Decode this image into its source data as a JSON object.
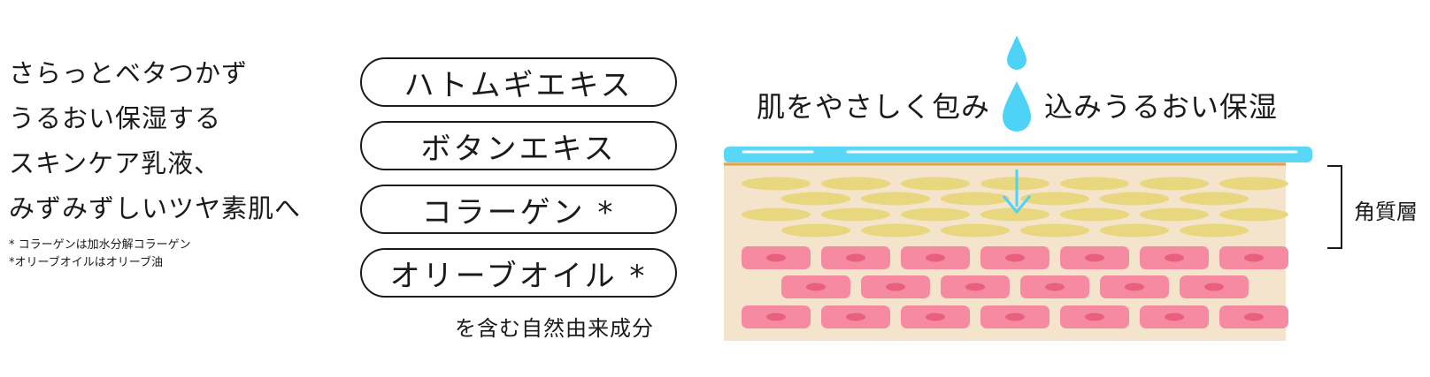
{
  "intro": {
    "lines": [
      "さらっとベタつかず",
      "うるおい保湿する",
      "スキンケア乳液、",
      "みずみずしいツヤ素肌へ"
    ],
    "notes": [
      "* コラーゲンは加水分解コラーゲン",
      "*オリーブオイルはオリーブ油"
    ]
  },
  "ingredients": {
    "items": [
      "ハトムギエキス",
      "ボタンエキス",
      "コラーゲン *",
      "オリーブオイル *"
    ],
    "caption": "を含む自然由来成分"
  },
  "diagram": {
    "slogan_left": "肌をやさしく包み",
    "slogan_right": "込みうるおい保湿",
    "layer_label": "角質層",
    "colors": {
      "water": "#4dd3f5",
      "film": "#5ad6f7",
      "skin_bg": "#f4e4cc",
      "lipid": "#e9d77f",
      "cell": "#f58aa0",
      "nucleus": "#e8607e",
      "border_line": "#e0a24a"
    }
  }
}
